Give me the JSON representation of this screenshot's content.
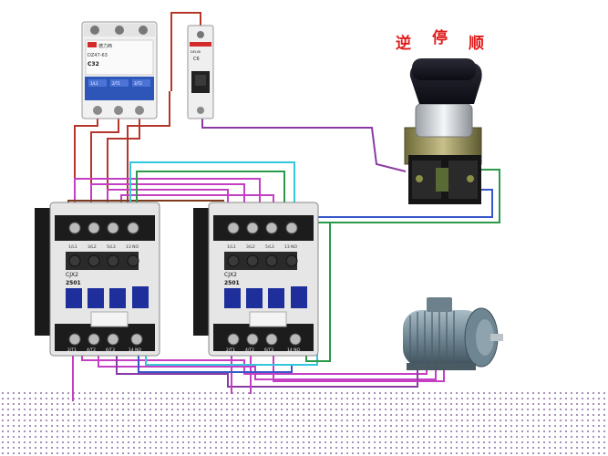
{
  "selector_switch": {
    "labels": [
      "逆",
      "停",
      "顺"
    ],
    "label_color": "#e11b1b"
  },
  "breaker_main": {
    "brand": "德力西",
    "model": "DZ47-63",
    "rating": "C32",
    "poles": [
      "1/L1",
      "2/T1",
      "3/T2"
    ]
  },
  "breaker_control": {
    "brand": "DELIXI",
    "rating": "C6"
  },
  "contactor_1": {
    "model": "CJX2",
    "rating": "2501",
    "top_terminals": [
      "1/L1",
      "3/L2",
      "5/L3",
      "13 NO"
    ],
    "bottom_terminals": [
      "2/T1",
      "4/T2",
      "6/T3",
      "14 NO"
    ]
  },
  "contactor_2": {
    "model": "CJX2",
    "rating": "2501",
    "top_terminals": [
      "1/L1",
      "3/L2",
      "5/L3",
      "13 NO"
    ],
    "bottom_terminals": [
      "2/T1",
      "4/T2",
      "6/T3",
      "14 NO"
    ]
  },
  "wire_colors": {
    "red": "#b5372c",
    "magenta": "#c43fc4",
    "purple": "#8a3aa3",
    "cyan": "#35c6dc",
    "green": "#2a9a4a",
    "blue": "#3557c8",
    "brown": "#7a3b1e"
  },
  "icons": [
    "motor-icon",
    "selector-switch-icon",
    "breaker-icon",
    "contactor-icon"
  ]
}
